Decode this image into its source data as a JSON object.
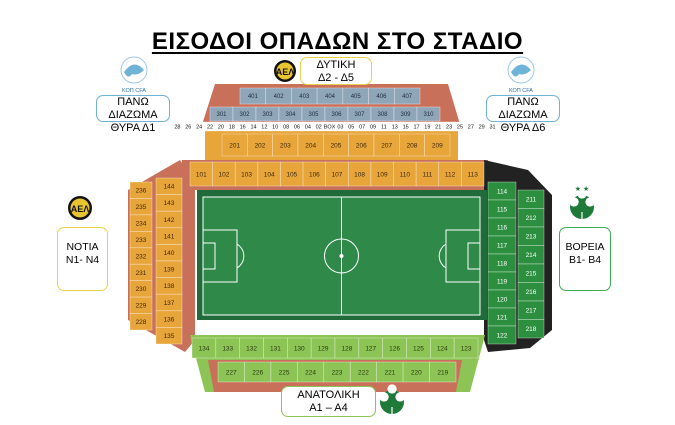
{
  "title": "ΕΙΣΟΔΟΙ ΟΠΑΔΩΝ ΣΤΟ ΣΤΑΔΙΟ",
  "labels": {
    "west": {
      "line1": "ΔΥΤΙΚΗ",
      "line2": "Δ2 - Δ5"
    },
    "upper_left": {
      "line1": "ΠΑΝΩ ΔΙΑΖΩΜΑ",
      "line2": "ΘΥΡΑ Δ1"
    },
    "upper_right": {
      "line1": "ΠΑΝΩ ΔΙΑΖΩΜΑ",
      "line2": "ΘΥΡΑ Δ6"
    },
    "south": {
      "line1": "ΝΟΤΙΑ",
      "line2": "Ν1- Ν4"
    },
    "north": {
      "line1": "ΒΟΡΕΙΑ",
      "line2": "Β1- Β4"
    },
    "east": {
      "line1": "ΑΝΑΤΟΛΙΚΗ",
      "line2": "Α1 – Α4"
    }
  },
  "logos": {
    "cfa_caption": "ΚΟΠ CFA"
  },
  "sections": {
    "west_top": [
      "401",
      "402",
      "403",
      "404",
      "405",
      "406",
      "407"
    ],
    "west_upper": [
      "301",
      "302",
      "303",
      "304",
      "305",
      "306",
      "307",
      "308",
      "309",
      "310"
    ],
    "west_strip": [
      "28",
      "26",
      "24",
      "22",
      "20",
      "18",
      "16",
      "14",
      "12",
      "10",
      "08",
      "06",
      "04",
      "02",
      "BOX",
      "03",
      "05",
      "07",
      "09",
      "11",
      "13",
      "15",
      "17",
      "19",
      "21",
      "23",
      "25",
      "27",
      "29",
      "31"
    ],
    "west_middle": [
      "201",
      "202",
      "203",
      "204",
      "205",
      "206",
      "207",
      "208",
      "209"
    ],
    "west_lower": [
      "101",
      "102",
      "103",
      "104",
      "105",
      "106",
      "107",
      "108",
      "109",
      "110",
      "111",
      "112",
      "113"
    ],
    "south_outer": [
      "236",
      "235",
      "234",
      "233",
      "232",
      "231",
      "230",
      "229",
      "228"
    ],
    "south_inner": [
      "144",
      "143",
      "142",
      "141",
      "140",
      "139",
      "138",
      "137",
      "136",
      "135"
    ],
    "north_inner": [
      "114",
      "115",
      "116",
      "117",
      "118",
      "119",
      "120",
      "121",
      "122"
    ],
    "north_outer": [
      "211",
      "212",
      "213",
      "214",
      "215",
      "216",
      "217",
      "218"
    ],
    "east_inner": [
      "134",
      "133",
      "132",
      "131",
      "130",
      "129",
      "128",
      "127",
      "126",
      "125",
      "124",
      "123"
    ],
    "east_outer": [
      "227",
      "226",
      "225",
      "224",
      "223",
      "222",
      "221",
      "220",
      "219"
    ]
  },
  "colors": {
    "orange_seats": "#e8a53a",
    "salmon_seats": "#c9705a",
    "blue_seats": "#8fa5b8",
    "north_green": "#2c8f3f",
    "north_dark": "#222222",
    "east_green": "#8cc456",
    "pitch": "#2f8a4a",
    "pitch_outer": "#1f6b3a",
    "label_yellow": "#e8d24a",
    "label_blue": "#6fb3d6",
    "label_green": "#3dae57"
  }
}
